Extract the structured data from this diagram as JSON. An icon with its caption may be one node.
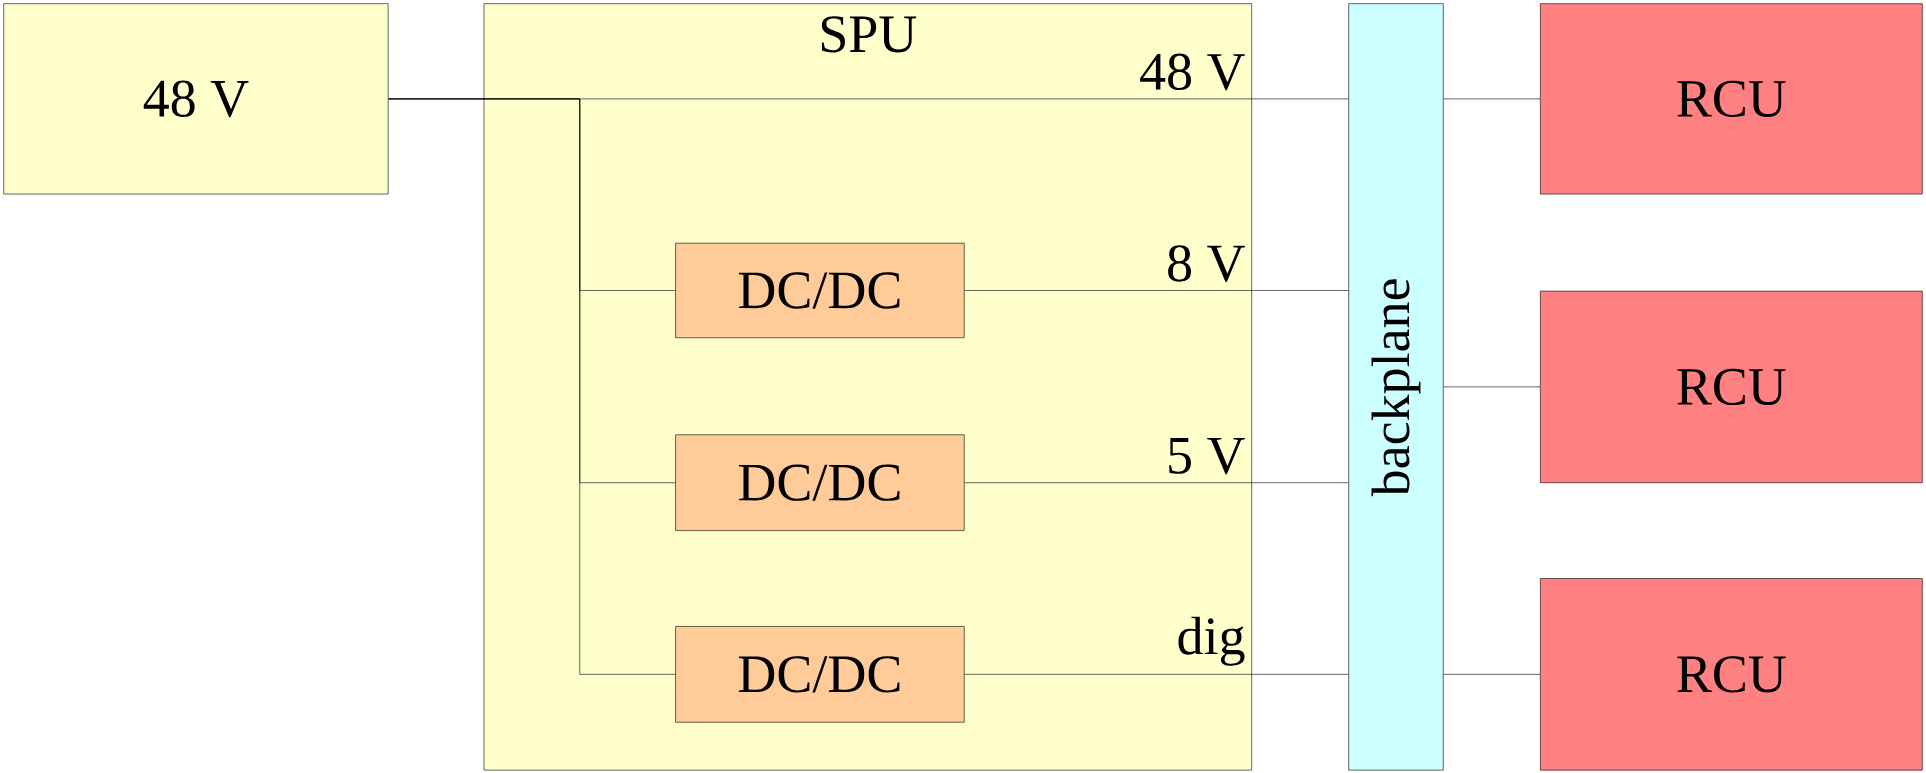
{
  "diagram": {
    "nodes": [
      {
        "text": [
          "48 V"
        ]
      },
      {
        "text": [
          "SPU"
        ]
      },
      {
        "text": [
          "DC/DC"
        ],
        "in": 1
      },
      {
        "text": [
          "DC/DC"
        ],
        "in": 1
      },
      {
        "text": [
          "DC/DC"
        ],
        "in": 1
      },
      {
        "text": [
          "backplane"
        ]
      },
      {
        "text": [
          "RCU"
        ]
      },
      {
        "text": [
          "RCU"
        ]
      },
      {
        "text": [
          "RCU"
        ]
      }
    ],
    "edges": [
      {
        "from": 0,
        "to": 5,
        "arrow": "none",
        "label": "48 V"
      },
      {
        "from": 0,
        "to": 2,
        "arrow": "none"
      },
      {
        "from": 0,
        "to": 3,
        "arrow": "none"
      },
      {
        "from": 0,
        "to": 4,
        "arrow": "none"
      },
      {
        "from": 2,
        "to": 5,
        "arrow": "none",
        "label": "8 V"
      },
      {
        "from": 3,
        "to": 5,
        "arrow": "none",
        "label": "5 V"
      },
      {
        "from": 4,
        "to": 5,
        "arrow": "none",
        "label": "dig"
      },
      {
        "from": 5,
        "to": 6,
        "arrow": "none"
      },
      {
        "from": 5,
        "to": 7,
        "arrow": "none"
      },
      {
        "from": 5,
        "to": 8,
        "arrow": "none"
      }
    ]
  }
}
